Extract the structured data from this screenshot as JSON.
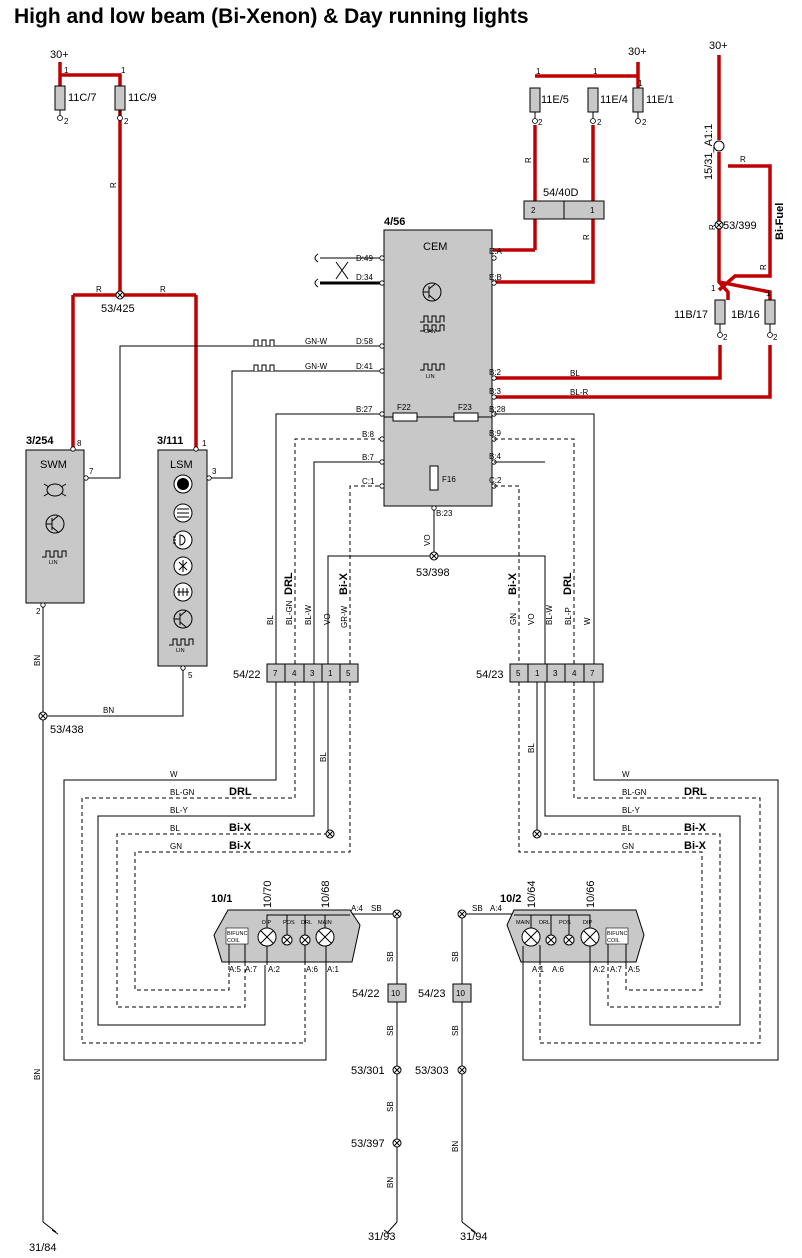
{
  "title": "High and low beam (Bi-Xenon) & Day running lights",
  "supply": {
    "left": "30+",
    "mid": "30+",
    "right": "30+"
  },
  "fuses": {
    "f11c7": "11C/7",
    "f11c9": "11C/9",
    "f11e5": "11E/5",
    "f11e4": "11E/4",
    "f11e1": "11E/1",
    "f11b17": "11B/17",
    "f1b16": "1B/16",
    "p1": "1",
    "p2": "2"
  },
  "relay": {
    "id": "15/31_A1:1",
    "fuel": "Bi-Fuel",
    "splice": "53/399"
  },
  "connector_54_40d": {
    "id": "54/40D",
    "pin_a": "2",
    "pin_b": "1"
  },
  "cem": {
    "id": "4/56",
    "name": "CEM",
    "can": "CAN",
    "lin": "LIN",
    "f22": "F22",
    "f23": "F23",
    "f16": "F16",
    "pins": {
      "d49": "D:49",
      "d34": "D:34",
      "d58": "D:58",
      "d41": "D:41",
      "b27": "B:27",
      "b8": "B:8",
      "b7": "B:7",
      "c1": "C:1",
      "ea": "E:A",
      "eb": "E:B",
      "b2": "B:2",
      "b3": "B:3",
      "b28": "B:28",
      "b9": "B:9",
      "b4": "B:4",
      "c2": "C:2",
      "b23": "B:23"
    }
  },
  "swm": {
    "id": "3/254",
    "name": "SWM",
    "lin": "LIN",
    "pin8": "8",
    "pin7": "7",
    "pin2": "2"
  },
  "lsm": {
    "id": "3/111",
    "name": "LSM",
    "lin": "LIN",
    "pin1": "1",
    "pin3": "3",
    "pin5": "5"
  },
  "splices": {
    "s53_425": "53/425",
    "s53_398": "53/398",
    "s53_438": "53/438",
    "s53_301": "53/301",
    "s53_303": "53/303",
    "s53_397": "53/397"
  },
  "connectors": {
    "c54_22": {
      "id": "54/22",
      "pins": [
        "7",
        "4",
        "3",
        "1",
        "5"
      ]
    },
    "c54_23": {
      "id": "54/23",
      "pins": [
        "5",
        "1",
        "3",
        "4",
        "7"
      ]
    },
    "c54_22_b": {
      "id": "54/22",
      "pin": "10"
    },
    "c54_23_b": {
      "id": "54/23",
      "pin": "10"
    }
  },
  "wires": {
    "R": "R",
    "BN": "BN",
    "BL": "BL",
    "BL_R": "BL-R",
    "GN_W": "GN-W",
    "VO": "VO",
    "SB": "SB",
    "W": "W",
    "BL_GN": "BL-GN",
    "BL_Y": "BL-Y",
    "GN": "GN",
    "BL_W": "BL-W",
    "GR_W": "GR-W",
    "BL_P": "BL-P",
    "DRL": "DRL",
    "BI_X": "Bi-X"
  },
  "lamps": {
    "left": {
      "id": "10/1",
      "bulb1": "10/70",
      "bulb2": "10/68",
      "dip": "DIP",
      "pos": "POS",
      "drl": "DRL",
      "main": "MAIN",
      "coil_a": "BIFUNC",
      "coil_b": "COIL",
      "pins": [
        "A:5",
        "A:7",
        "A:2",
        "A:6",
        "A:1"
      ],
      "a4": "A:4"
    },
    "right": {
      "id": "10/2",
      "bulb1": "10/64",
      "bulb2": "10/66",
      "dip": "DIP",
      "pos": "POS",
      "drl": "DRL",
      "main": "MAIN",
      "coil_a": "BIFUNC",
      "coil_b": "COIL",
      "pins": [
        "A:1",
        "A:6",
        "A:2",
        "A:7",
        "A:5"
      ],
      "a4": "A:4"
    }
  },
  "grounds": {
    "g31_84": "31/84",
    "g31_93": "31/93",
    "g31_94": "31/94"
  }
}
